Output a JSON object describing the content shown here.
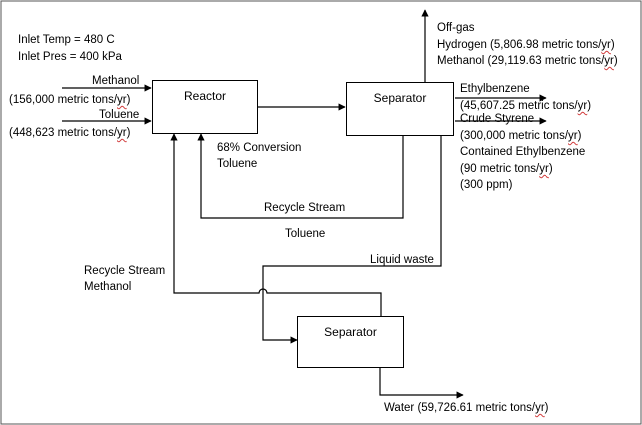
{
  "inlet": {
    "temp": "Inlet Temp = 480 C",
    "pres": "Inlet Pres = 400 kPa"
  },
  "units": {
    "reactor": "Reactor",
    "separator1": "Separator",
    "separator2": "Separator"
  },
  "feeds": {
    "methanol_name": "Methanol",
    "methanol_rate": "(156,000 metric tons/",
    "toluene_name": "Toluene",
    "toluene_rate": "(448,623 metric tons/"
  },
  "unit_abbrev": "yr",
  "close_paren": ")",
  "reactor_note": {
    "line1": "68% Conversion",
    "line2": "Toluene"
  },
  "recycle_toluene": {
    "line1": "Recycle Stream",
    "line2": "Toluene"
  },
  "recycle_methanol": {
    "line1": "Recycle Stream",
    "line2": "Methanol"
  },
  "offgas": {
    "title": "Off-gas",
    "hydrogen": "Hydrogen (5,806.98 metric tons/",
    "methanol": "Methanol (29,119.63 metric tons/"
  },
  "products": {
    "ethylbenzene_name": "Ethylbenzene",
    "ethylbenzene_rate": "(45,607.25 metric tons/",
    "styrene_name": "Crude Styrene",
    "styrene_rate": "(300,000 metric tons/",
    "contained": "Contained Ethylbenzene",
    "contained_rate": "(90 metric tons/",
    "ppm": "(300 ppm)"
  },
  "liquid_waste": "Liquid waste",
  "water": "Water (59,726.61 metric tons/"
}
